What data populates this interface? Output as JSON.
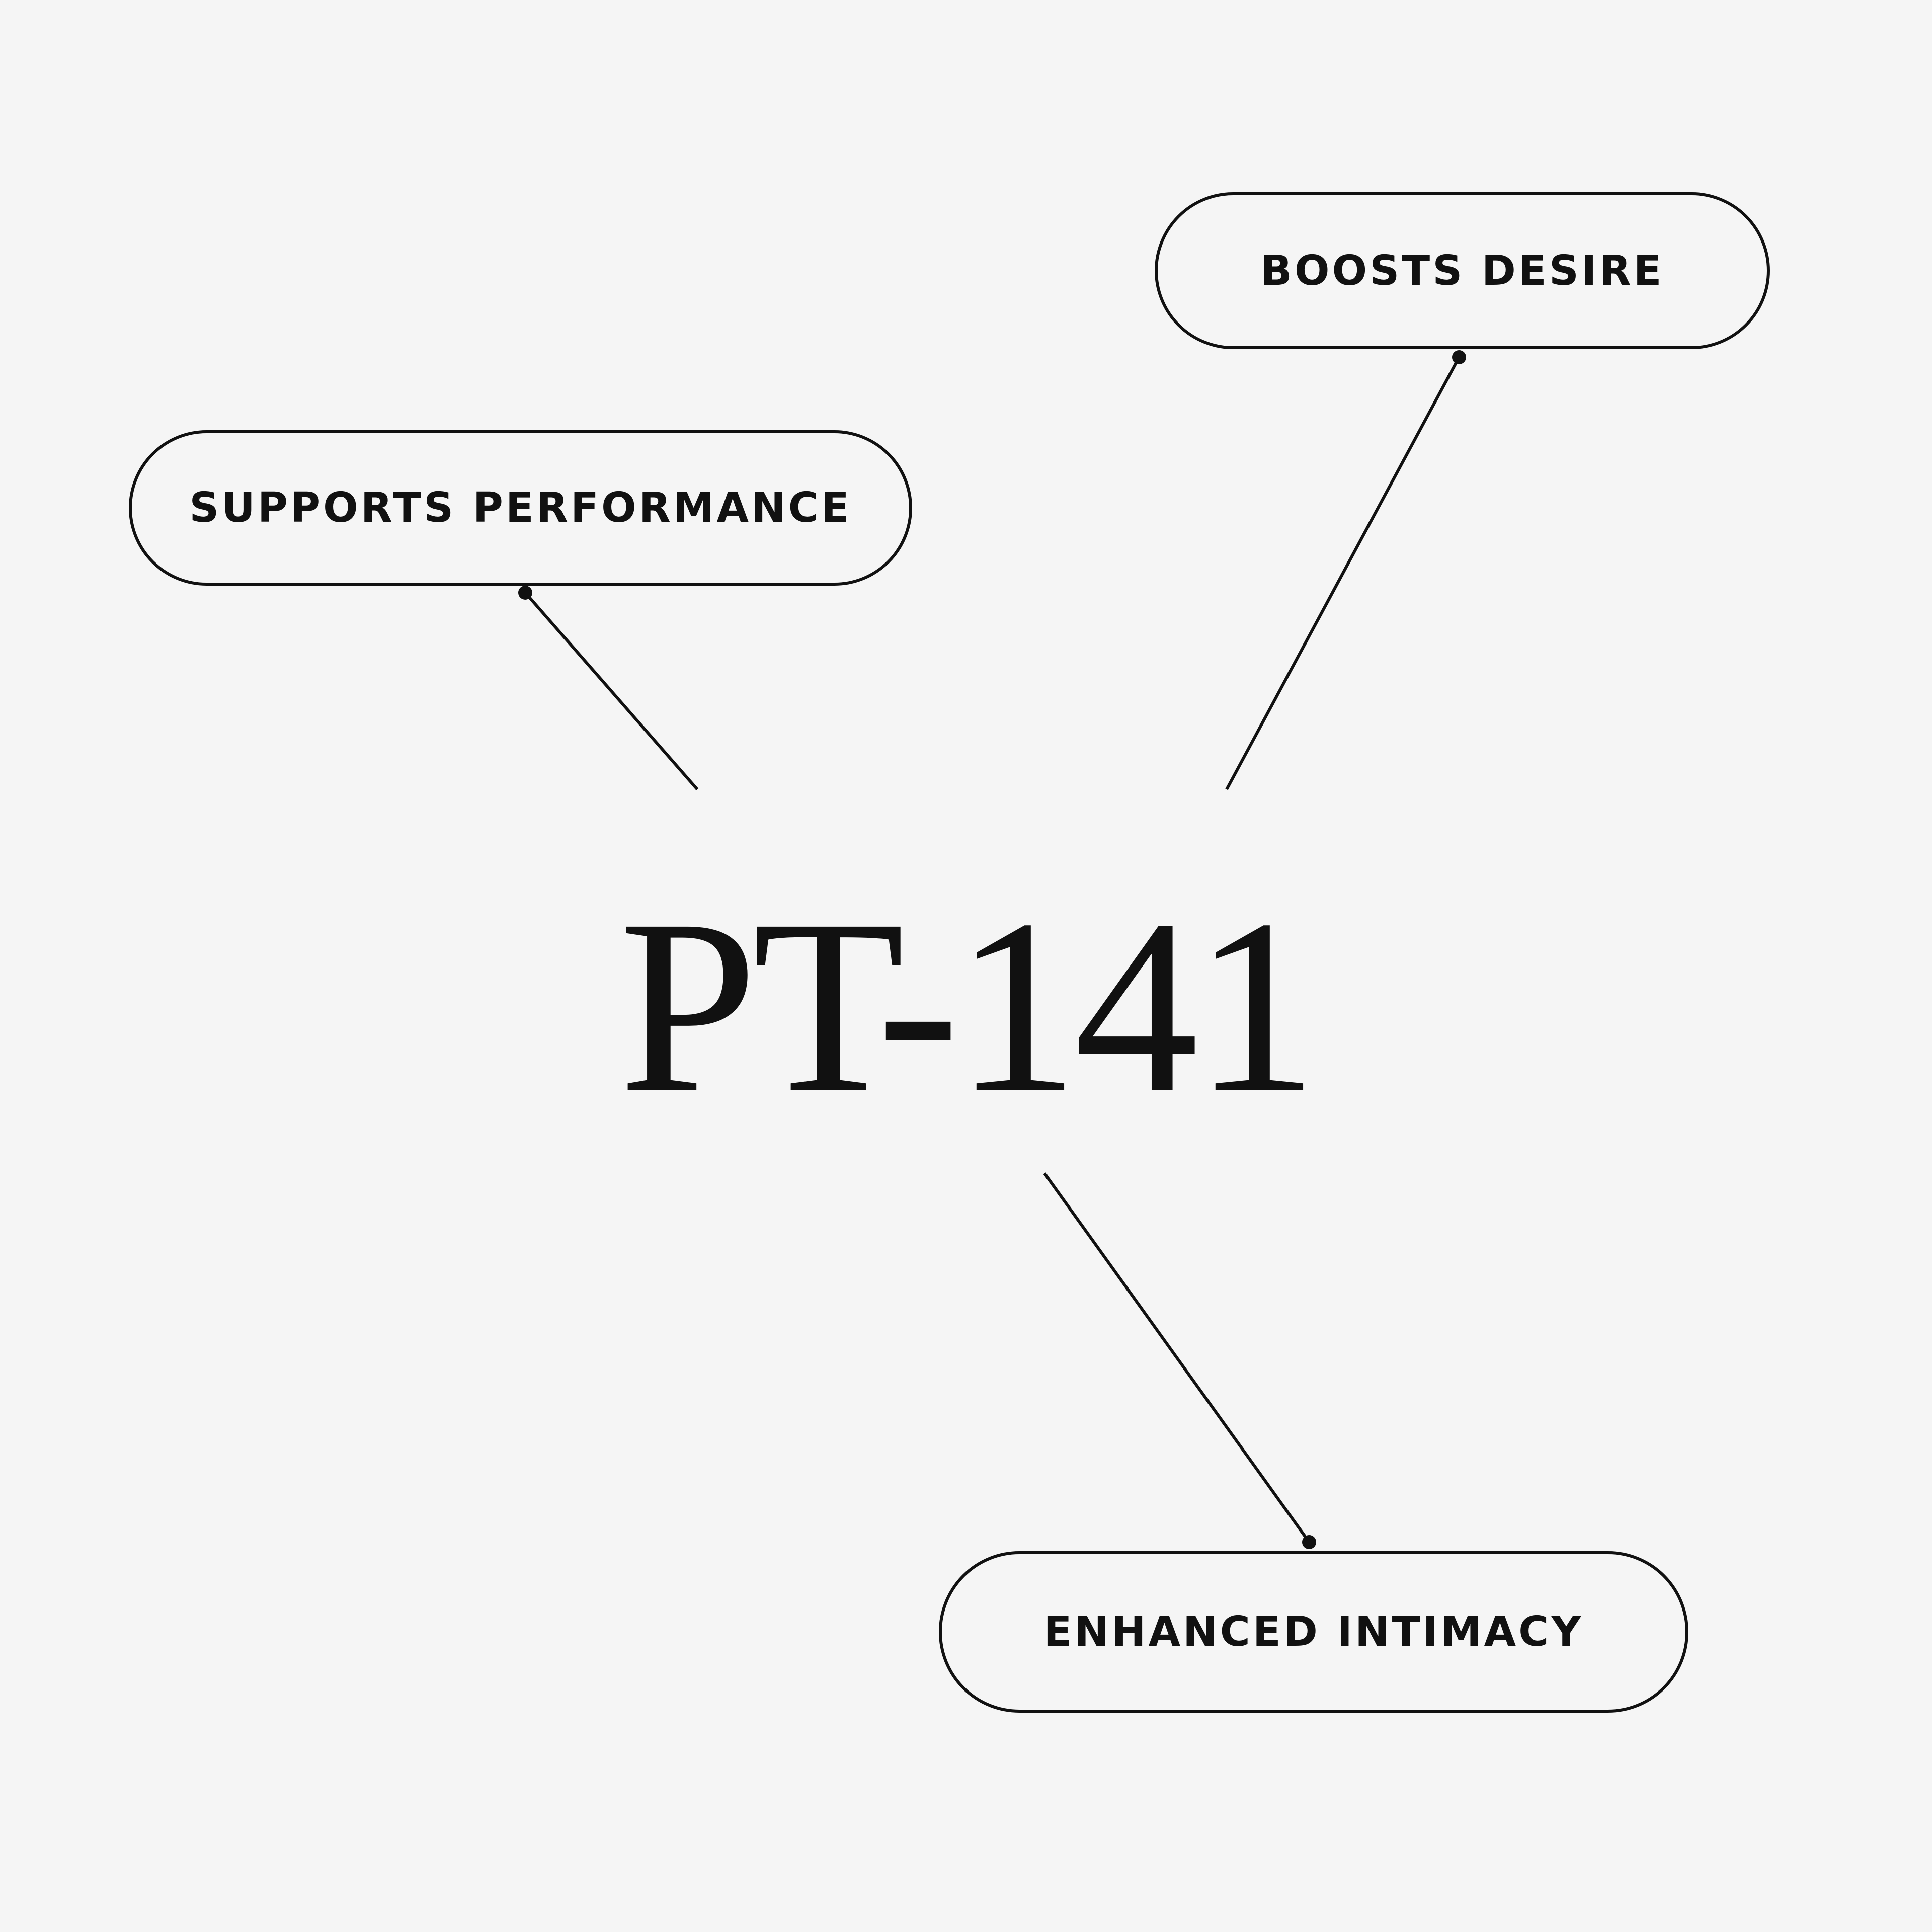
{
  "title": "PT-141",
  "nodes": [
    {
      "id": "perf",
      "label": "SUPPORTS PERFORMANCE"
    },
    {
      "id": "desire",
      "label": "BOOSTS DESIRE"
    },
    {
      "id": "intimacy",
      "label": "ENHANCED INTIMACY"
    }
  ],
  "colors": {
    "background": "#f5f5f5",
    "stroke": "#111111",
    "text": "#111111"
  }
}
